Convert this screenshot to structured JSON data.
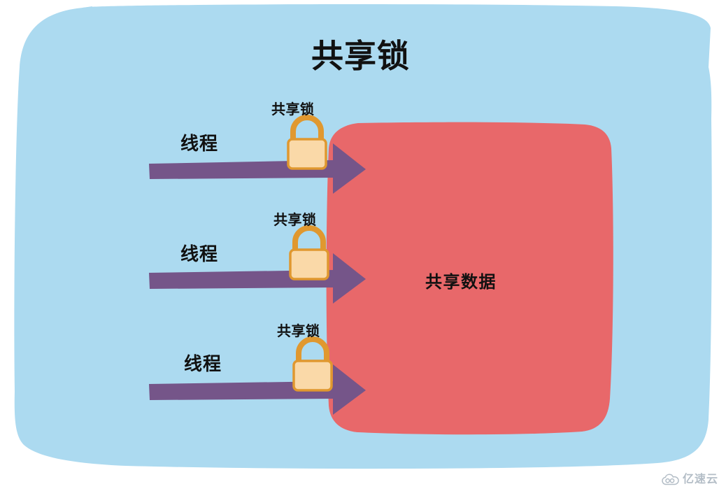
{
  "diagram": {
    "title": "共享锁",
    "shared_data_label": "共享数据",
    "threads": [
      {
        "label": "线程",
        "lock_label": "共享锁"
      },
      {
        "label": "线程",
        "lock_label": "共享锁"
      },
      {
        "label": "线程",
        "lock_label": "共享锁"
      }
    ],
    "colors": {
      "background": "#ffffff",
      "panel": "#ACDAF0",
      "data_block": "#E8686A",
      "arrow": "#755589",
      "lock_fill": "#FAD9A8",
      "lock_stroke": "#E0982F",
      "text": "#111111",
      "watermark": "#9aa7b4"
    },
    "icons": {
      "lock": "lock-icon",
      "cloud": "cloud-icon"
    }
  },
  "watermark": {
    "text": "亿速云"
  }
}
